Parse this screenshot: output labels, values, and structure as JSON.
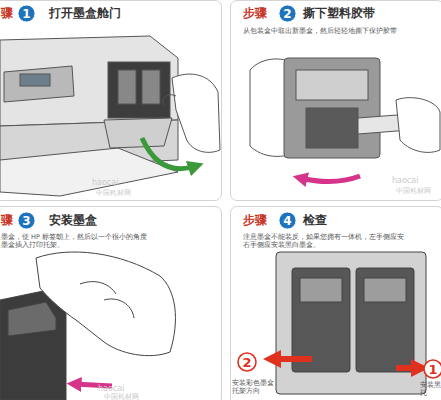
{
  "diagram": {
    "nodes": [
      {
        "text": [
          "骤",
          "打开墨盒舱门"
        ]
      },
      {
        "text": [
          "1"
        ],
        "in": 0
      },
      {
        "text": [
          "步骤",
          "撕下塑料胶带",
          "从包装盒中取出新墨盒，然后轻轻地撕下保护胶带"
        ]
      },
      {
        "text": [
          "2"
        ],
        "in": 2
      },
      {
        "text": [
          "骤",
          "安装墨盒",
          "墨盒，使 HP 标签朝上，然后以一个很小的角度 墨盒插入打印托架。"
        ]
      },
      {
        "text": [
          "3"
        ],
        "in": 4
      },
      {
        "text": [
          "步骤",
          "检查",
          "注意墨盒不能装反，如果您拥有一体机，左手侧应安 右手侧应安装黑白墨盒。"
        ]
      },
      {
        "text": [
          "4"
        ],
        "in": 6
      },
      {
        "text": [
          "2"
        ],
        "in": 6
      },
      {
        "text": [
          "1"
        ],
        "in": 6
      }
    ],
    "labels": [
      "安装彩色墨盒 托架方向",
      "安装黑 托",
      "haocai",
      "中国耗材网",
      "haocai",
      "中国耗材网",
      "haocai",
      "中国耗材网"
    ]
  }
}
